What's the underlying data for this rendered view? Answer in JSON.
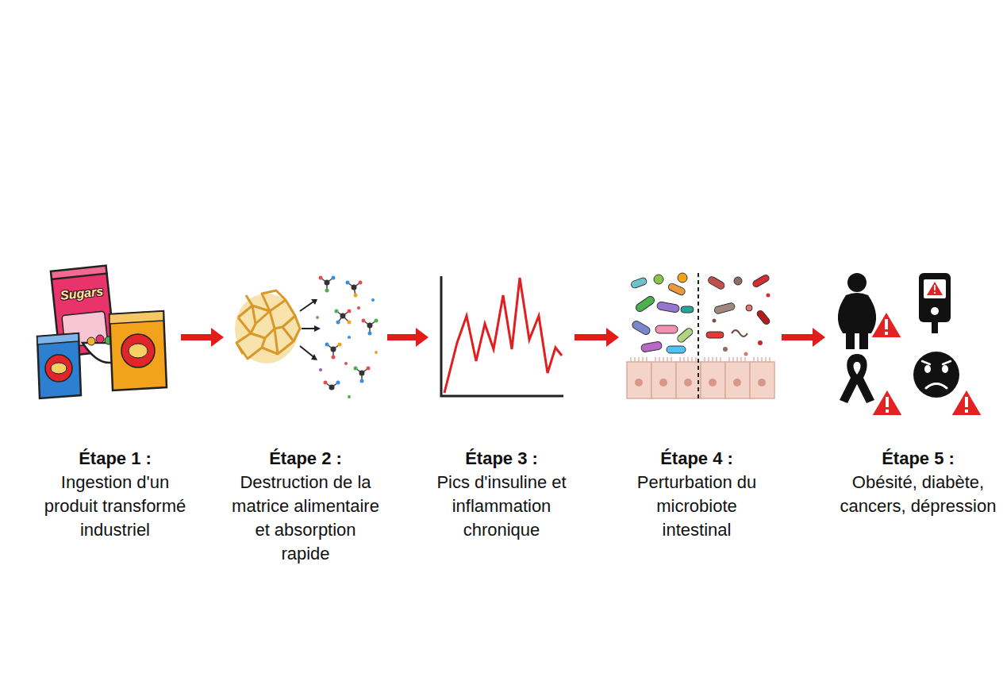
{
  "diagram": {
    "nodes": [
      {
        "text": [
          "Étape 1 :",
          "Ingestion d'un produit transformé industriel"
        ]
      },
      {
        "text": [
          "Étape 2 :",
          "Destruction de la matrice alimentaire et absorption rapide"
        ]
      },
      {
        "text": [
          "Étape 3 :",
          "Pics d'insuline et inflammation chronique"
        ]
      },
      {
        "text": [
          "Étape 4 :",
          "Perturbation du microbiote intestinal"
        ]
      },
      {
        "text": [
          "Étape 5 :",
          "Obésité, diabète, cancers, dépression"
        ]
      }
    ],
    "edges": [
      {
        "from": 0,
        "to": 1,
        "arrow": "to"
      },
      {
        "from": 1,
        "to": 2,
        "arrow": "to"
      },
      {
        "from": 2,
        "to": 3,
        "arrow": "to"
      },
      {
        "from": 3,
        "to": 4,
        "arrow": "to"
      }
    ],
    "labels": [
      "Sugars"
    ]
  }
}
